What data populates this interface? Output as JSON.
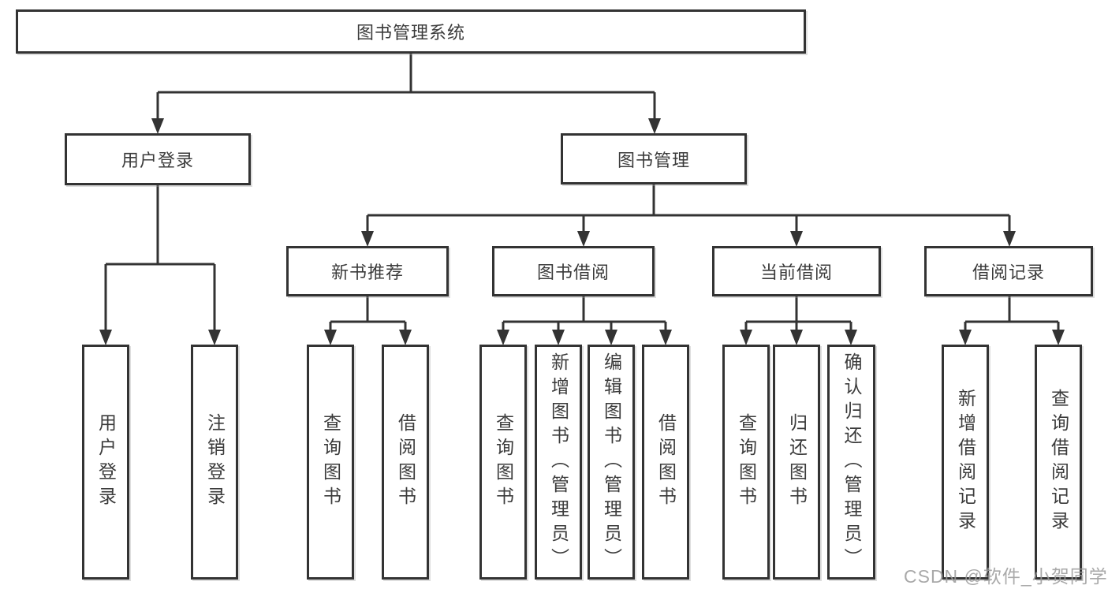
{
  "diagram": {
    "type": "hierarchy-tree",
    "colors": {
      "line": "#333333",
      "box_border": "#333333",
      "text": "#3b3b3b",
      "watermark": "#9b9b9b",
      "background": "#ffffff"
    }
  },
  "nodes": {
    "root": {
      "label": "图书管理系统"
    },
    "level2": [
      {
        "id": "user-login-group",
        "label": "用户登录",
        "parent": "图书管理系统"
      },
      {
        "id": "book-mgmt-group",
        "label": "图书管理",
        "parent": "图书管理系统"
      }
    ],
    "level3": [
      {
        "id": "new-book-recommend",
        "label": "新书推荐",
        "parent": "图书管理"
      },
      {
        "id": "book-borrowing",
        "label": "图书借阅",
        "parent": "图书管理"
      },
      {
        "id": "current-borrowing",
        "label": "当前借阅",
        "parent": "图书管理"
      },
      {
        "id": "borrowing-records",
        "label": "借阅记录",
        "parent": "图书管理"
      }
    ],
    "leaves": [
      {
        "id": "user-login",
        "label": "用户登录",
        "parent": "用户登录"
      },
      {
        "id": "logout",
        "label": "注销登录",
        "parent": "用户登录"
      },
      {
        "id": "query-books-recommend",
        "label": "查询图书",
        "parent": "新书推荐"
      },
      {
        "id": "borrow-books-recommend",
        "label": "借阅图书",
        "parent": "新书推荐"
      },
      {
        "id": "query-books-borrowing",
        "label": "查询图书",
        "parent": "图书借阅"
      },
      {
        "id": "add-books-admin",
        "label": "新增图书（管理员）",
        "parent": "图书借阅"
      },
      {
        "id": "edit-books-admin",
        "label": "编辑图书（管理员）",
        "parent": "图书借阅"
      },
      {
        "id": "borrow-books-borrowing",
        "label": "借阅图书",
        "parent": "图书借阅"
      },
      {
        "id": "query-books-current",
        "label": "查询图书",
        "parent": "当前借阅"
      },
      {
        "id": "return-books",
        "label": "归还图书",
        "parent": "当前借阅"
      },
      {
        "id": "confirm-return-admin",
        "label": "确认归还（管理员）",
        "parent": "当前借阅"
      },
      {
        "id": "add-borrow-record",
        "label": "新增借阅记录",
        "parent": "借阅记录"
      },
      {
        "id": "query-borrow-record",
        "label": "查询借阅记录",
        "parent": "借阅记录"
      }
    ]
  },
  "watermark": {
    "text": "CSDN @软件_小贺同学"
  }
}
